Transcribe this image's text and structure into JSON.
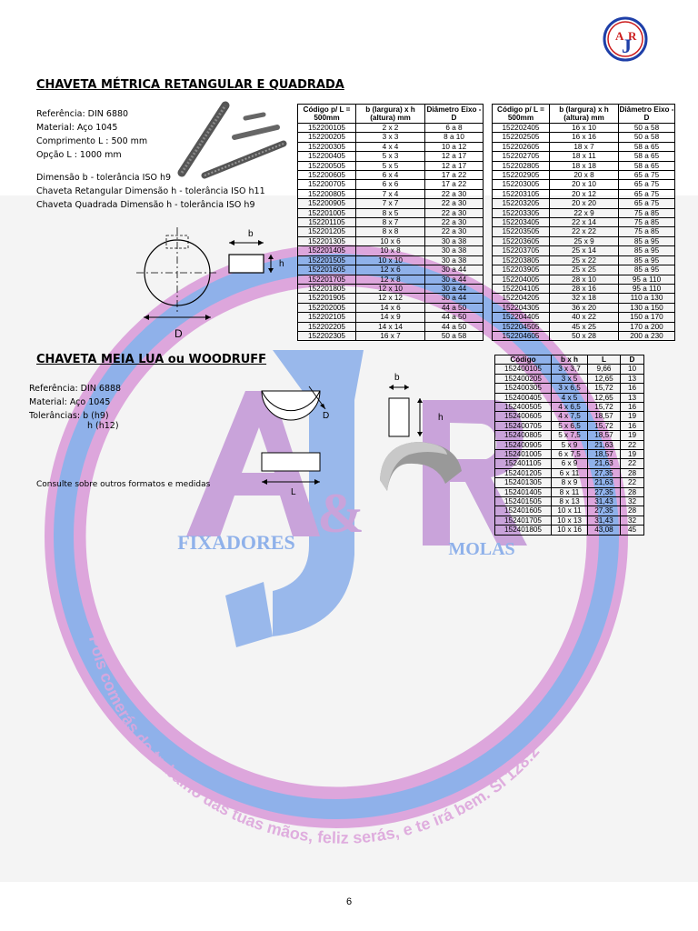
{
  "logo": {
    "text": "AJR"
  },
  "section1": {
    "title": "CHAVETA MÉTRICA RETANGULAR E QUADRADA",
    "specs": [
      "Referência: DIN 6880",
      "Material: Aço 1045",
      "Comprimento L : 500 mm",
      "Opção L : 1000 mm"
    ],
    "tolerances": [
      "Dimensão b - tolerância ISO h9",
      "Chaveta Retangular Dimensão h - tolerância ISO h11",
      "Chaveta Quadrada Dimensão h - tolerância ISO h9"
    ],
    "diagram_labels": {
      "b": "b",
      "h": "h",
      "D": "D"
    },
    "headers": [
      "Código p/ L = 500mm",
      "b (largura) x h (altura) mm",
      "Diâmetro Eixo - D"
    ],
    "table_left": [
      [
        "152200105",
        "2 x 2",
        "6 a 8"
      ],
      [
        "152200205",
        "3 x 3",
        "8 a 10"
      ],
      [
        "152200305",
        "4 x 4",
        "10 a 12"
      ],
      [
        "152200405",
        "5 x 3",
        "12 a 17"
      ],
      [
        "152200505",
        "5 x 5",
        "12 a 17"
      ],
      [
        "152200605",
        "6 x 4",
        "17 a 22"
      ],
      [
        "152200705",
        "6 x 6",
        "17 a 22"
      ],
      [
        "152200805",
        "7 x 4",
        "22 a 30"
      ],
      [
        "152200905",
        "7 x 7",
        "22 a 30"
      ],
      [
        "152201005",
        "8 x 5",
        "22 a 30"
      ],
      [
        "152201105",
        "8 x 7",
        "22 a 30"
      ],
      [
        "152201205",
        "8 x 8",
        "22 a 30"
      ],
      [
        "152201305",
        "10 x 6",
        "30 a 38"
      ],
      [
        "152201405",
        "10 x 8",
        "30 a 38"
      ],
      [
        "152201505",
        "10 x 10",
        "30 a 38"
      ],
      [
        "152201605",
        "12 x 6",
        "30 a 44"
      ],
      [
        "152201705",
        "12 x 8",
        "30 a 44"
      ],
      [
        "152201805",
        "12 x 10",
        "30 a 44"
      ],
      [
        "152201905",
        "12 x 12",
        "30 a 44"
      ],
      [
        "152202005",
        "14 x 6",
        "44 a 50"
      ],
      [
        "152202105",
        "14 x 9",
        "44 a 50"
      ],
      [
        "152202205",
        "14 x 14",
        "44 a 50"
      ],
      [
        "152202305",
        "16 x 7",
        "50 a 58"
      ]
    ],
    "table_right": [
      [
        "152202405",
        "16 x 10",
        "50 a 58"
      ],
      [
        "152202505",
        "16 x 16",
        "50 a 58"
      ],
      [
        "152202605",
        "18 x 7",
        "58 a 65"
      ],
      [
        "152202705",
        "18 x 11",
        "58 a 65"
      ],
      [
        "152202805",
        "18 x 18",
        "58 a 65"
      ],
      [
        "152202905",
        "20 x 8",
        "65 a 75"
      ],
      [
        "152203005",
        "20 x 10",
        "65 a 75"
      ],
      [
        "152203105",
        "20 x 12",
        "65 a 75"
      ],
      [
        "152203205",
        "20 x 20",
        "65 a 75"
      ],
      [
        "152203305",
        "22 x 9",
        "75 a 85"
      ],
      [
        "152203405",
        "22 x 14",
        "75 a 85"
      ],
      [
        "152203505",
        "22 x 22",
        "75 a 85"
      ],
      [
        "152203605",
        "25 x 9",
        "85 a 95"
      ],
      [
        "152203705",
        "25 x 14",
        "85 a 95"
      ],
      [
        "152203805",
        "25 x 22",
        "85 a 95"
      ],
      [
        "152203905",
        "25 x 25",
        "85 a 95"
      ],
      [
        "152204005",
        "28 x 10",
        "95 a 110"
      ],
      [
        "152204105",
        "28 x 16",
        "95 a 110"
      ],
      [
        "152204205",
        "32 x 18",
        "110 a 130"
      ],
      [
        "152204305",
        "36 x 20",
        "130 a 150"
      ],
      [
        "152204405",
        "40 x 22",
        "150 a 170"
      ],
      [
        "152204505",
        "45 x 25",
        "170 a 200"
      ],
      [
        "152204605",
        "50 x 28",
        "200 a 230"
      ]
    ]
  },
  "section2": {
    "title": "CHAVETA MEIA LUA  ou  WOODRUFF",
    "specs": [
      "Referência: DIN 6888",
      "Material: Aço 1045",
      "Tolerâncias: b (h9)",
      "h (h12)"
    ],
    "note": "Consulte sobre outros formatos e medidas",
    "diagram_labels": {
      "b": "b",
      "h": "h",
      "D": "D",
      "L": "L"
    },
    "headers": [
      "Código",
      "b x h",
      "L",
      "D"
    ],
    "rows": [
      [
        "152400105",
        "3 x 3,7",
        "9,66",
        "10"
      ],
      [
        "152400205",
        "3 x 5",
        "12,65",
        "13"
      ],
      [
        "152400305",
        "3 x 6,5",
        "15,72",
        "16"
      ],
      [
        "152400405",
        "4 x 5",
        "12,65",
        "13"
      ],
      [
        "152400505",
        "4 x 6,5",
        "15,72",
        "16"
      ],
      [
        "152400605",
        "4 x 7,5",
        "18,57",
        "19"
      ],
      [
        "152400705",
        "5 x 6,5",
        "15,72",
        "16"
      ],
      [
        "152400805",
        "5 x 7,5",
        "18,57",
        "19"
      ],
      [
        "152400905",
        "5 x 9",
        "21,63",
        "22"
      ],
      [
        "152401005",
        "6 x 7,5",
        "18,57",
        "19"
      ],
      [
        "152401105",
        "6 x 9",
        "21,63",
        "22"
      ],
      [
        "152401205",
        "6 x 11",
        "27,35",
        "28"
      ],
      [
        "152401305",
        "8 x 9",
        "21,63",
        "22"
      ],
      [
        "152401405",
        "8 x 11",
        "27,35",
        "28"
      ],
      [
        "152401505",
        "8 x 13",
        "31,43",
        "32"
      ],
      [
        "152401605",
        "10 x 11",
        "27,35",
        "28"
      ],
      [
        "152401705",
        "10 x 13",
        "31,43",
        "32"
      ],
      [
        "152401805",
        "10 x 16",
        "43,08",
        "45"
      ]
    ]
  },
  "watermark": {
    "brand_left": "FIXADORES",
    "brand_right": "MOLAS",
    "amp": "&",
    "verse": "Pois comerás do trabalho das tuas mãos, feliz serás, e te irá bem. Sl 128:2"
  },
  "page_number": "6",
  "colors": {
    "watermark_blue": "#8fb1ea",
    "watermark_pink": "#dda6dc",
    "watermark_purple": "#c9a3da",
    "logo_blue": "#1e3fa8",
    "logo_red": "#cc1d1d"
  }
}
